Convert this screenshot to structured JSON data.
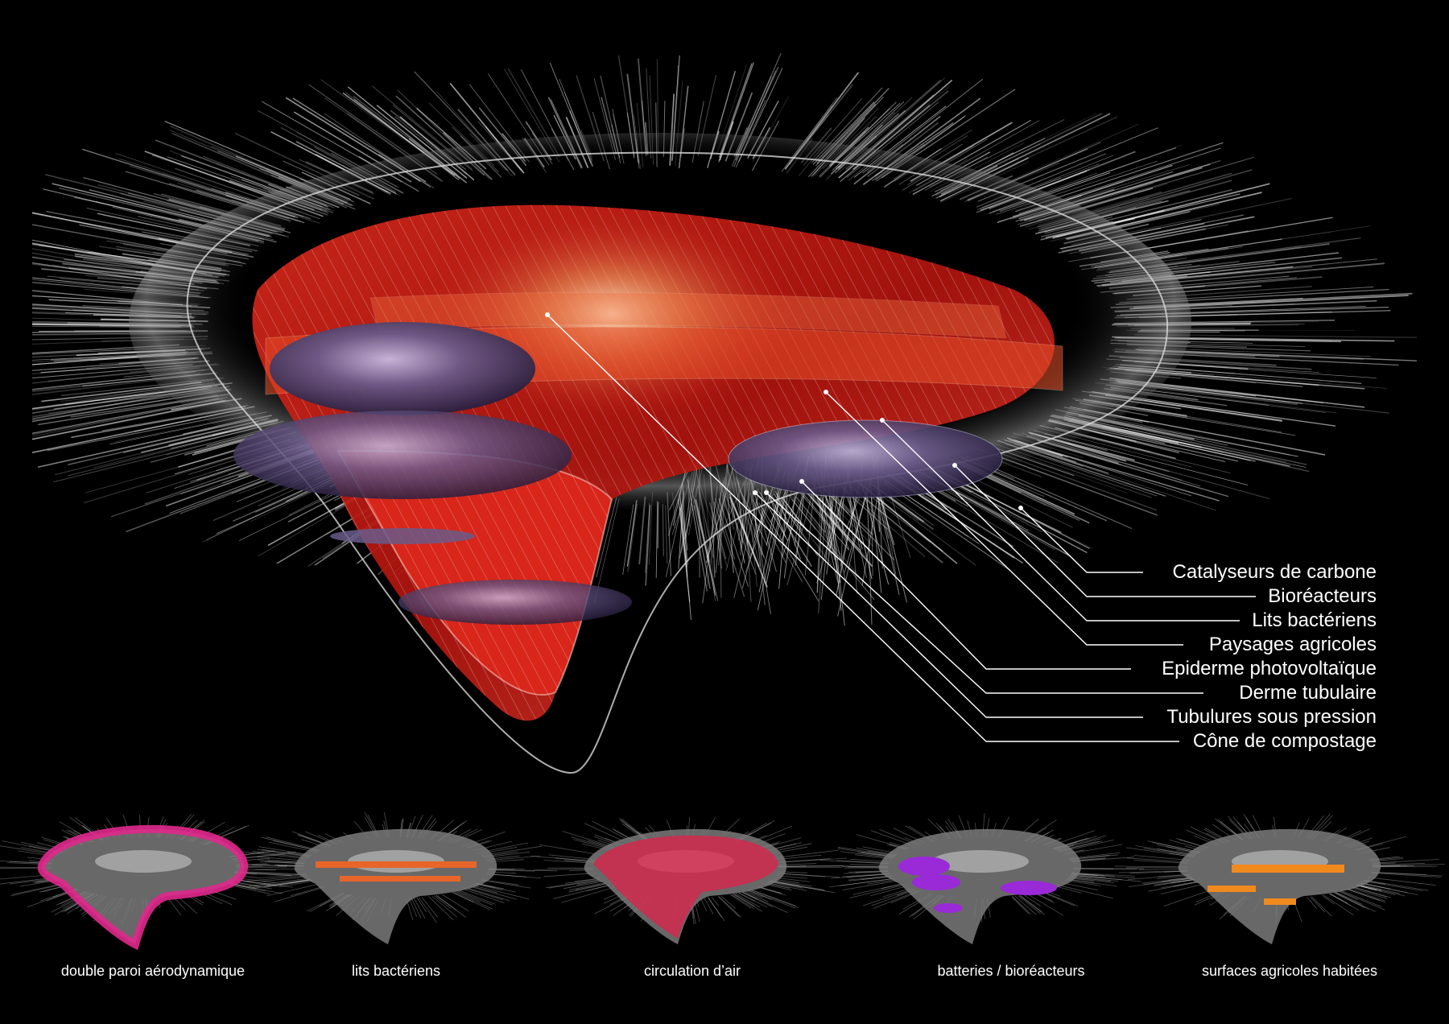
{
  "labels": [
    "Catalyseurs de carbone",
    "Bioréacteurs",
    "Lits bactériens",
    "Paysages agricoles",
    "Epiderme photovoltaïque",
    "Derme tubulaire",
    "Tubulures sous pression",
    "Cône de compostage"
  ],
  "thumbnails": [
    {
      "caption": "double paroi aérodynamique",
      "color": "#e0288c"
    },
    {
      "caption": "lits bactériens",
      "color": "#e8652a"
    },
    {
      "caption": "circulation d’air",
      "color": "#e0204a"
    },
    {
      "caption": "batteries / bioréacteurs",
      "color": "#9a2ad8"
    },
    {
      "caption": "surfaces agricoles habitées",
      "color": "#f08a1e"
    }
  ],
  "colors": {
    "background": "#000000",
    "hull_red": "#c81e14",
    "pod_purple": "#5a4a78",
    "line": "#ffffff"
  }
}
